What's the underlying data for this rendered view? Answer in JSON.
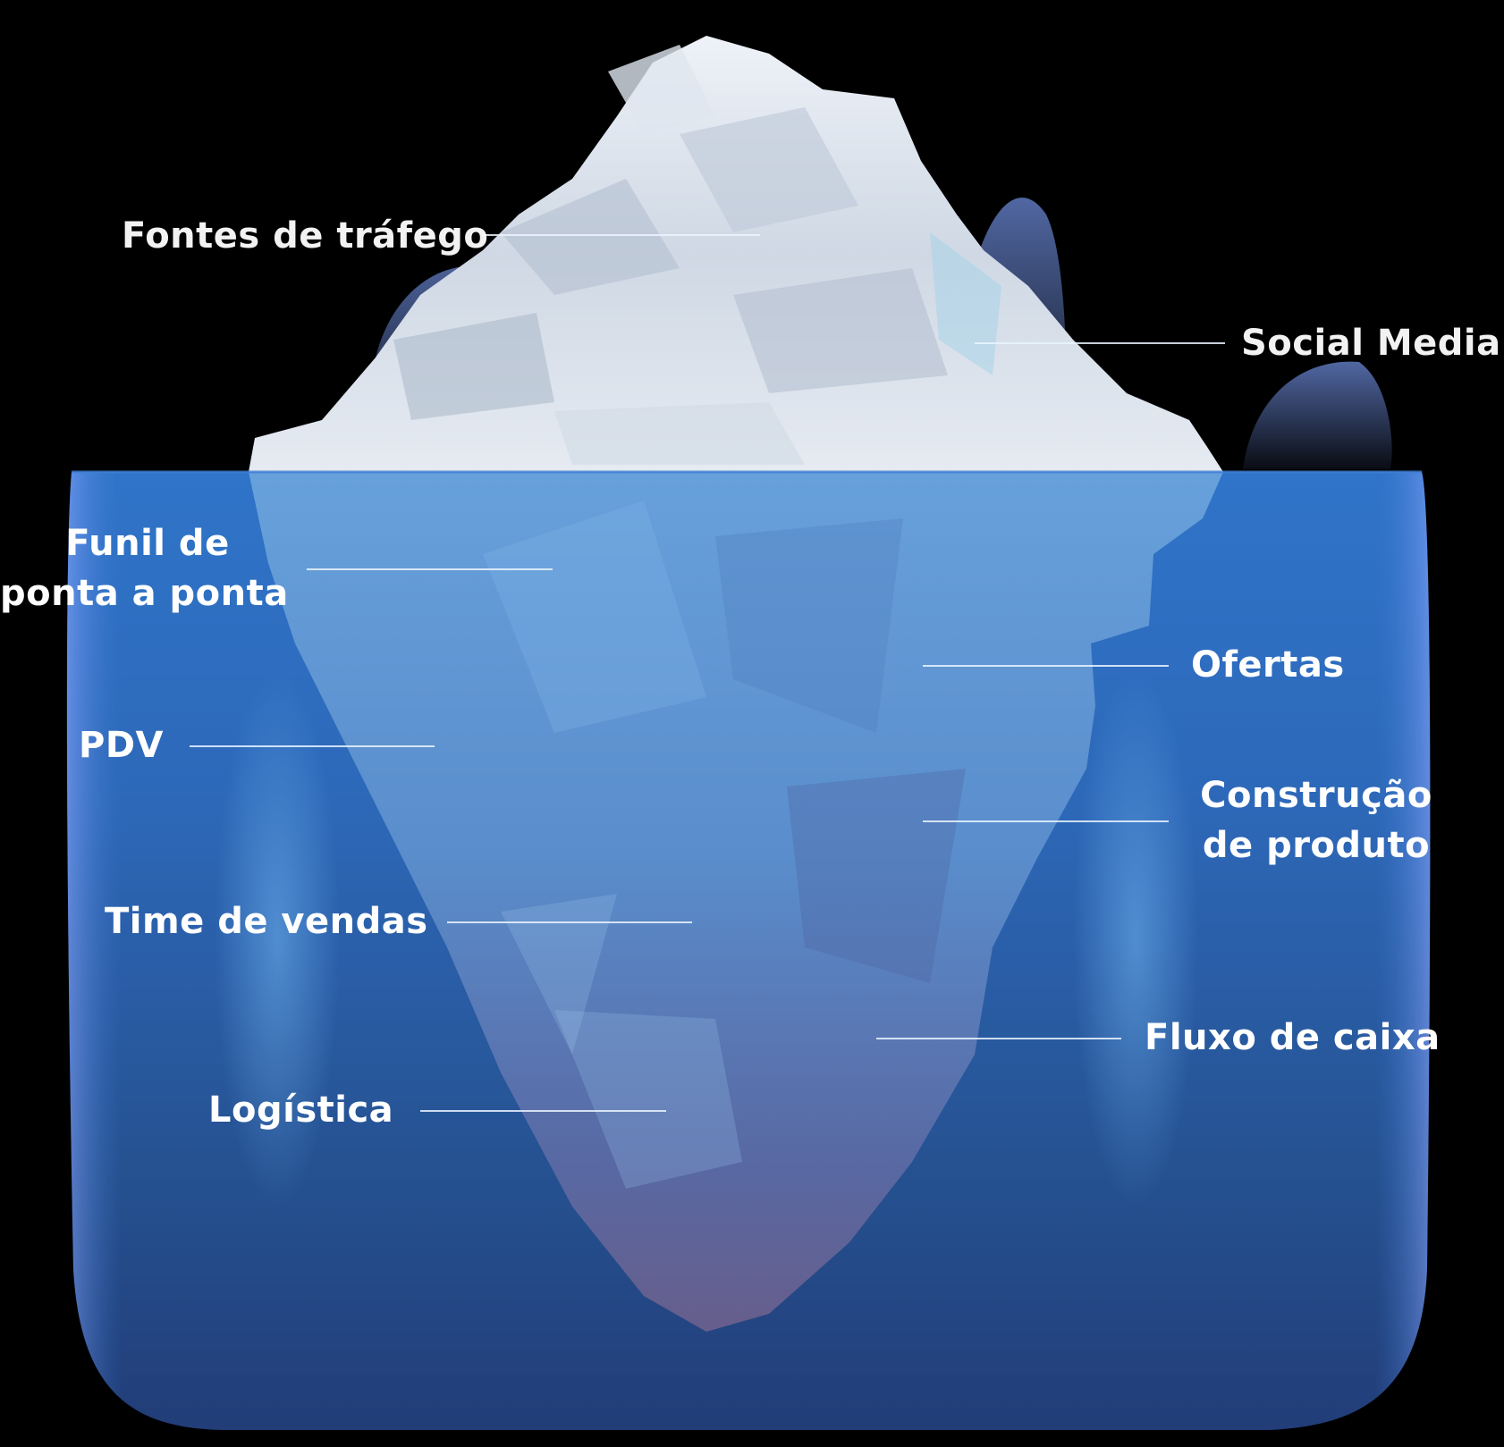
{
  "labels": {
    "fontes_trafego": "Fontes de tráfego",
    "social_media": "Social Media",
    "funil_line1": "Funil de",
    "funil_line2": "ponta a ponta",
    "pdv": "PDV",
    "time_vendas": "Time de vendas",
    "logistica": "Logística",
    "ofertas": "Ofertas",
    "construcao_line1": "Construção",
    "construcao_line2": "de produto",
    "fluxo_caixa": "Fluxo de caixa"
  },
  "colors": {
    "background": "#000000",
    "water_top": "#2f6fc4",
    "water_mid": "#2a60ad",
    "water_bottom": "#223f7c",
    "ice_light": "#dfe6f0",
    "ice_shadow": "#9aa6b8",
    "ice_underwater": "#6d9fd8",
    "ice_deep": "#5c5e8e",
    "label_text": "#ffffff",
    "leader_line": "#e8f2ff"
  }
}
